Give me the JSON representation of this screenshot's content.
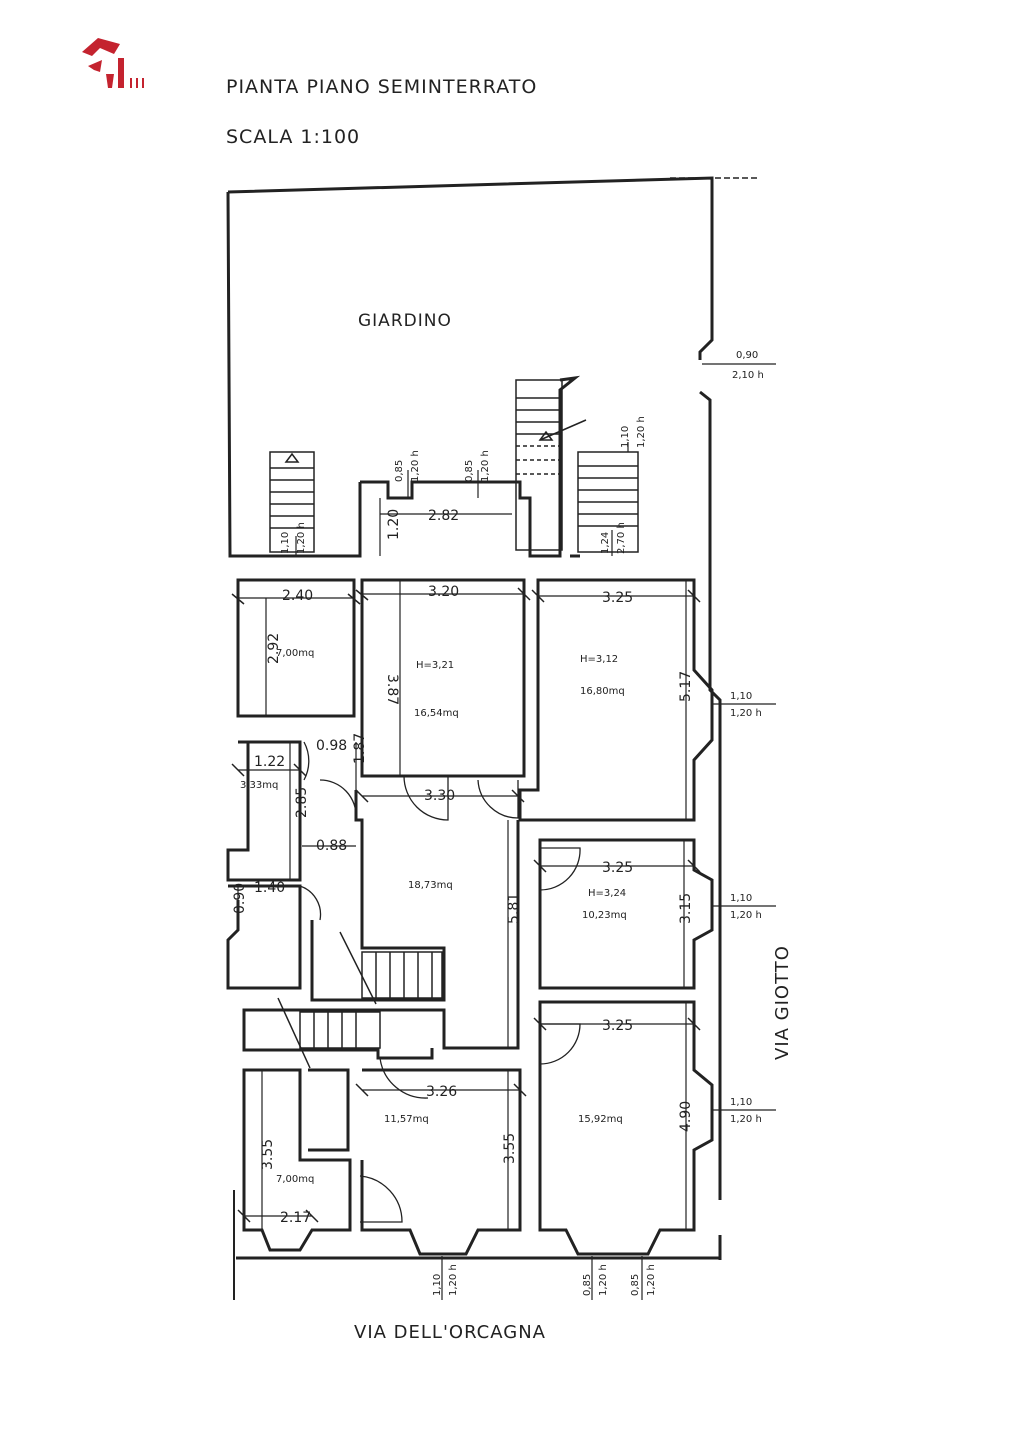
{
  "header": {
    "title": "PIANTA PIANO SEMINTERRATO",
    "scale": "SCALA 1:100"
  },
  "streets": {
    "bottom": "VIA DELL'ORCAGNA",
    "right": "VIA GIOTTO"
  },
  "garden_label": "GIARDINO",
  "rooms": {
    "r1": {
      "area": "7,00mq",
      "w": "2.40",
      "h": "2.92"
    },
    "r2": {
      "area": "16,54mq",
      "height": "H=3,21",
      "w": "3.20",
      "h": "3.87"
    },
    "r3": {
      "area": "16,80mq",
      "height": "H=3,12",
      "w": "3.25",
      "h": "5.17"
    },
    "r4": {
      "area": "3,33mq",
      "w": "1.22",
      "h": "2.85"
    },
    "hall": {
      "area": "18,73mq",
      "w": "3.30",
      "h": "5.81"
    },
    "r6": {
      "area": "10,23mq",
      "height": "H=3,24",
      "w": "3.25",
      "h": "3.15"
    },
    "r7": {
      "area": "11,57mq",
      "w": "3.26",
      "h": "3.55"
    },
    "r8": {
      "area": "15,92mq",
      "w": "3.25",
      "h": "4.90"
    },
    "r9": {
      "area": "7,00mq",
      "w": "2.17",
      "h": "3.55"
    }
  },
  "misc_dims": {
    "d098": "0.98",
    "d187": "1.87",
    "d088": "0.88",
    "d140": "1.40",
    "d090": "0.90",
    "d120": "1.20",
    "d282": "2.82"
  },
  "openings": {
    "gate_w": "0,90",
    "gate_h": "2,10 h",
    "win_w_110": "1,10",
    "win_h_120": "1,20 h",
    "w_085": "0,85",
    "w_124": "1,24",
    "h_270": "2,70 h",
    "w_110b": "1,10",
    "h_120b": "1,20 h"
  }
}
